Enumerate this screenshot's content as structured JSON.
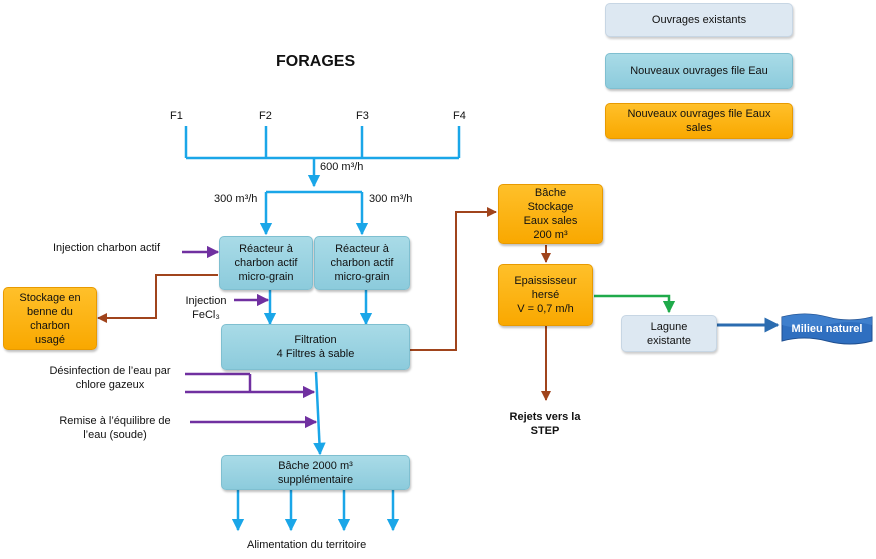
{
  "title": "FORAGES",
  "legend": {
    "existing": "Ouvrages existants",
    "new_water": "Nouveaux ouvrages file Eau",
    "new_dirty": "Nouveaux ouvrages file Eaux\nsales"
  },
  "wells": [
    "F1",
    "F2",
    "F3",
    "F4"
  ],
  "flows": {
    "total": "600 m³/h",
    "left": "300 m³/h",
    "right": "300 m³/h"
  },
  "boxes": {
    "reactor_1": "Réacteur à\ncharbon actif\nmicro-grain",
    "reactor_2": "Réacteur à\ncharbon actif\nmicro-grain",
    "storage_benne": "Stockage en\nbenne du\ncharbon\nusagé",
    "filtration": "Filtration\n4 Filtres à sable",
    "tank_2000": "Bâche 2000 m³\nsupplémentaire",
    "tank_dirty": "Bâche\nStockage\nEaux sales\n200 m³",
    "thickener": "Epaississeur\nhersé\nV = 0,7 m/h",
    "lagoon": "Lagune\nexistante",
    "milieu": "Milieu naturel"
  },
  "labels": {
    "inj_charbon": "Injection charbon actif",
    "inj_fecl": "Injection\nFeCl₃",
    "desinfection": "Désinfection de l’eau par\nchlore gazeux",
    "remise": "Remise à l’équilibre de\nl’eau (soude)",
    "rejets": "Rejets vers la\nSTEP",
    "alimentation": "Alimentation du territoire"
  },
  "colors": {
    "water_line": "#1aa6e8",
    "purple_line": "#7030a0",
    "brown_line": "#a0441c",
    "green_line": "#1faa4a",
    "navy_line": "#2b6cb0"
  }
}
